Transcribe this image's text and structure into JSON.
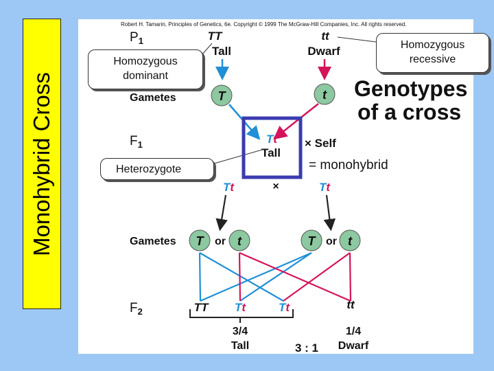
{
  "side_title": "Monohybrid Cross",
  "copyright": "Robert H. Tamarin, Principles of Genetics, 6e. Copyright © 1999 The McGraw-Hill Companies, Inc. All rights reserved.",
  "headline": {
    "line1": "Genotypes",
    "line2": "of a cross"
  },
  "callouts": {
    "homozygous_dominant": {
      "line1": "Homozygous",
      "line2": "dominant"
    },
    "homozygous_recessive": {
      "line1": "Homozygous",
      "line2": "recessive"
    },
    "heterozygote": "Heterozygote"
  },
  "monohybrid_label": "= monohybrid",
  "generations": {
    "p1": {
      "label": "P",
      "sub": "1",
      "parent_left": {
        "genotype": "TT",
        "phenotype": "Tall"
      },
      "parent_right": {
        "genotype": "tt",
        "phenotype": "Dwarf"
      }
    },
    "p1_gametes": {
      "label": "Gametes",
      "left": "T",
      "right": "t"
    },
    "f1": {
      "label": "F",
      "sub": "1",
      "genotype": "Tt",
      "phenotype": "Tall",
      "self_label": "× Self"
    },
    "cross": {
      "left": "Tt",
      "symbol": "×",
      "right": "Tt"
    },
    "f1_gametes": {
      "label": "Gametes",
      "or": "or",
      "left_pair": [
        "T",
        "t"
      ],
      "right_pair": [
        "T",
        "t"
      ]
    },
    "f2": {
      "label": "F",
      "sub": "2",
      "genotypes": [
        "TT",
        "Tt",
        "Tt",
        "tt"
      ]
    }
  },
  "ratio": {
    "tall_fraction": "3/4",
    "tall_label": "Tall",
    "ratio": "3 : 1",
    "dwarf_fraction": "1/4",
    "dwarf_label": "Dwarf"
  },
  "colors": {
    "dominant": "#1f8fd6",
    "recessive": "#d4145a",
    "gamete_circle": "#8cc8a0",
    "highlight_box": "#3b3bb0",
    "side_title_bg": "#ffff00",
    "page_bg": "#9dc8f5"
  }
}
